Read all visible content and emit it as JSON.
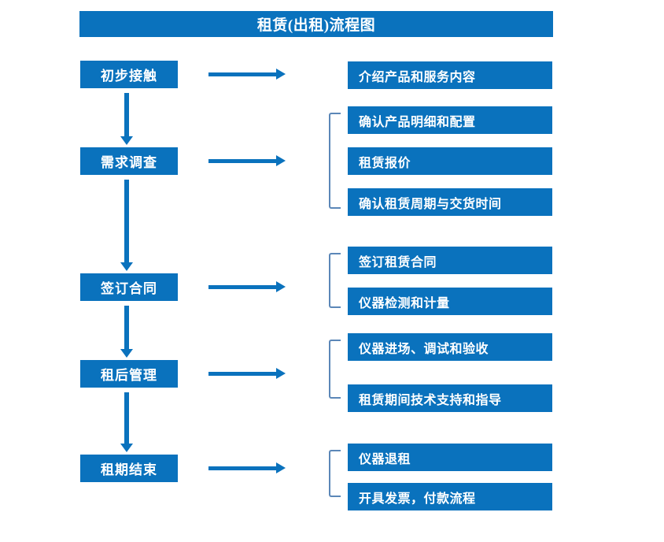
{
  "title": "租赁(出租)流程图",
  "accent_color": "#0a72bd",
  "bracket_color": "#5b87b8",
  "text_color": "#ffffff",
  "background_color": "#ffffff",
  "stages": [
    {
      "label": "初步接触"
    },
    {
      "label": "需求调查"
    },
    {
      "label": "签订合同"
    },
    {
      "label": "租后管理"
    },
    {
      "label": "租期结束"
    }
  ],
  "details": [
    {
      "label": "介绍产品和服务内容"
    },
    {
      "label": "确认产品明细和配置"
    },
    {
      "label": "租赁报价"
    },
    {
      "label": "确认租赁周期与交货时间"
    },
    {
      "label": "签订租赁合同"
    },
    {
      "label": "仪器检测和计量"
    },
    {
      "label": "仪器进场、调试和验收"
    },
    {
      "label": "租赁期间技术支持和指导"
    },
    {
      "label": "仪器退租"
    },
    {
      "label": "开具发票，付款流程"
    }
  ],
  "groups": [
    {
      "name": "需求调查-group",
      "items": [
        "确认产品明细和配置",
        "租赁报价",
        "确认租赁周期与交货时间"
      ]
    },
    {
      "name": "签订合同-group",
      "items": [
        "签订租赁合同",
        "仪器检测和计量"
      ]
    },
    {
      "name": "租后管理-group",
      "items": [
        "仪器进场、调试和验收",
        "租赁期间技术支持和指导"
      ]
    },
    {
      "name": "租期结束-group",
      "items": [
        "仪器退租",
        "开具发票，付款流程"
      ]
    }
  ],
  "connectors": {
    "horizontal_arrow_count": 5,
    "vertical_arrow_count": 4,
    "bracket_count": 4
  }
}
